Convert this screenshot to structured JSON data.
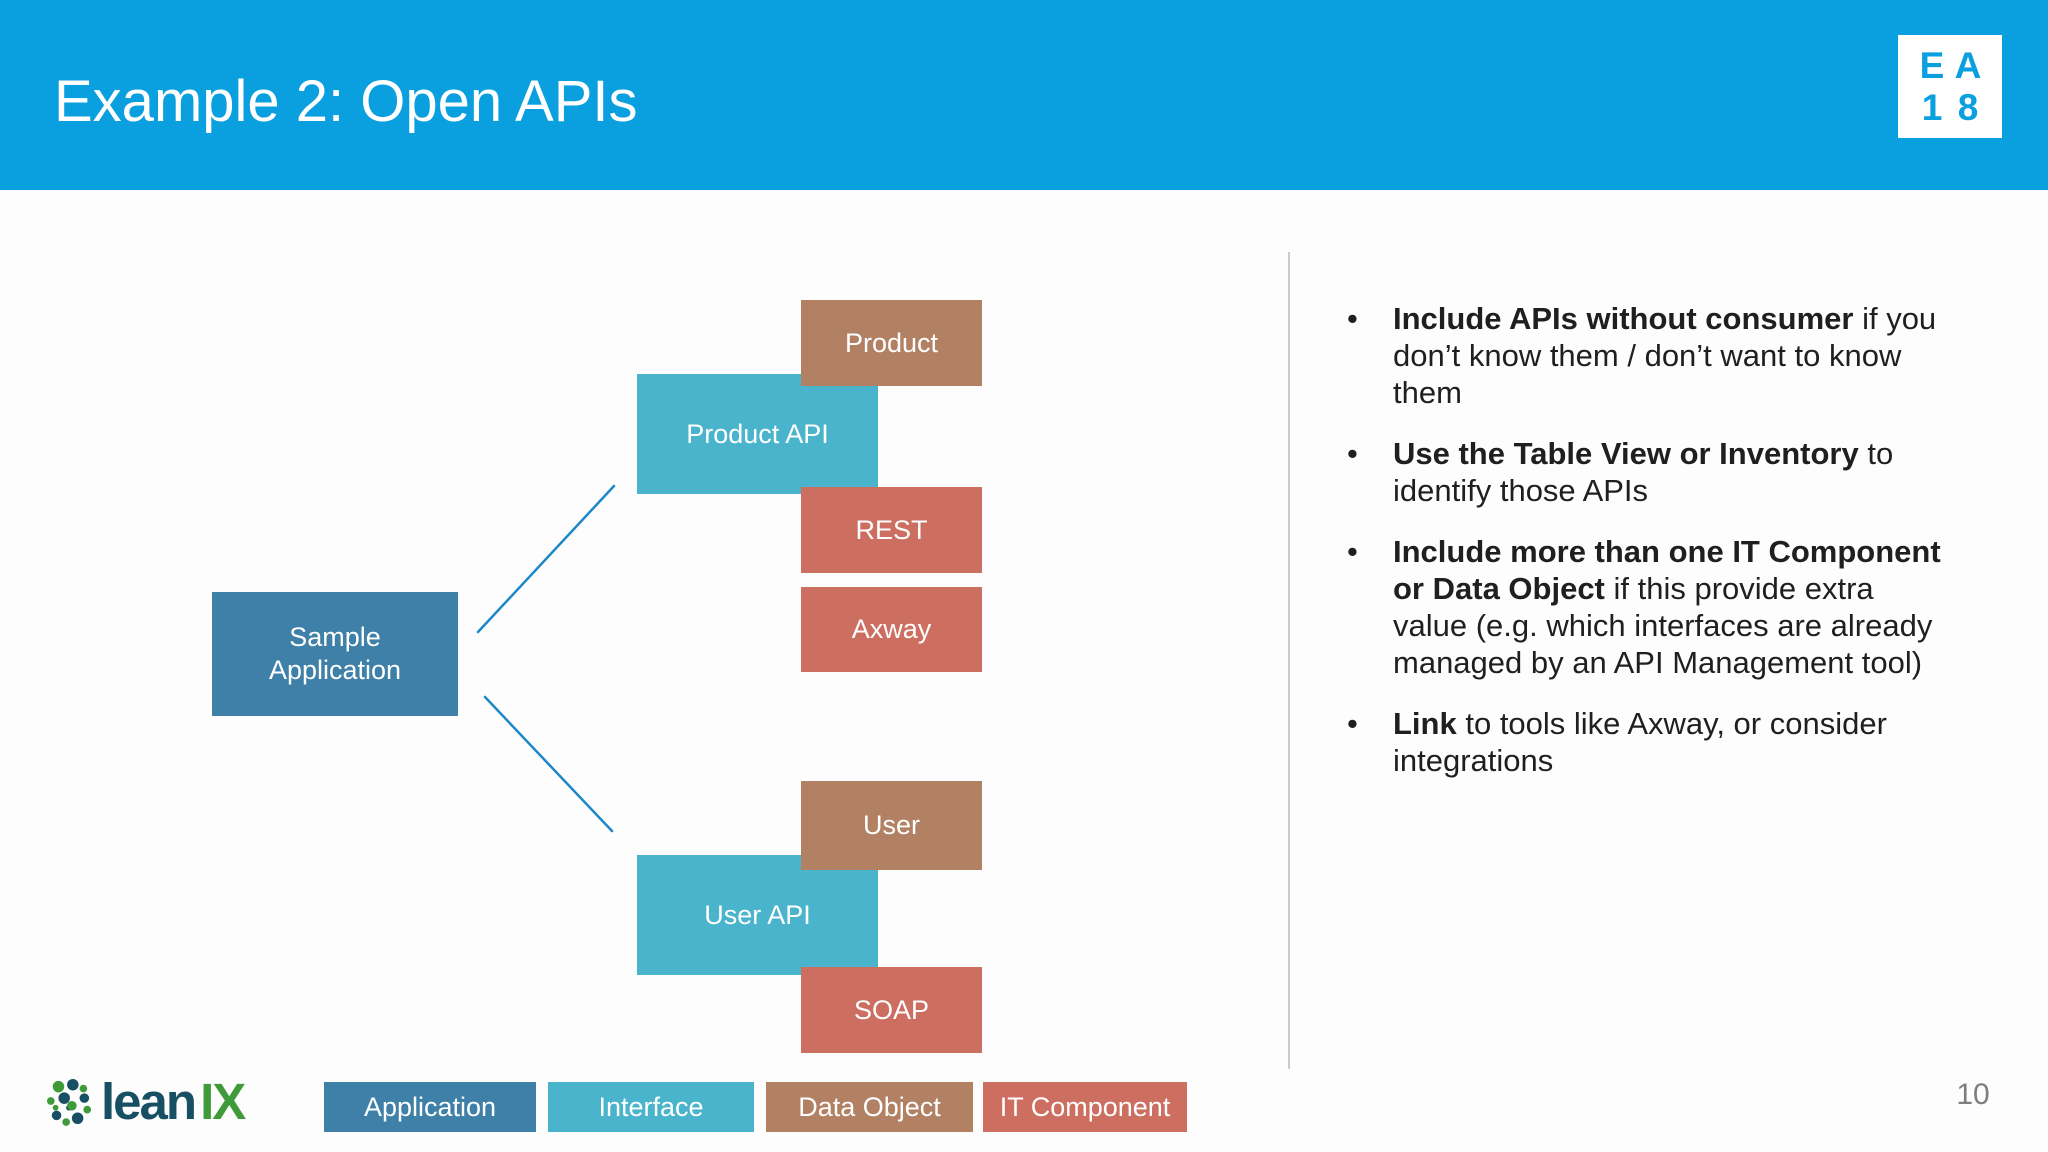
{
  "slide": {
    "title": "Example 2: Open APIs",
    "page_number": "10"
  },
  "badge": {
    "letters": [
      "E",
      "A",
      "1",
      "8"
    ]
  },
  "logo": {
    "word_lean": "lean",
    "word_ix": "IX"
  },
  "diagram": {
    "nodes": {
      "sample_application": "Sample Application",
      "product_api": "Product API",
      "user_api": "User API",
      "product": "Product",
      "user": "User",
      "rest": "REST",
      "axway": "Axway",
      "soap": "SOAP"
    }
  },
  "bullets": [
    {
      "bold": "Include APIs without consumer",
      "rest": " if you don’t know them / don’t want to know them"
    },
    {
      "bold": "Use the Table View or Inventory",
      "rest": " to identify those APIs"
    },
    {
      "bold": "Include more than one IT Component or Data Object",
      "rest": " if this provide extra value (e.g. which interfaces are already managed by an API Management tool)"
    },
    {
      "bold": "Link",
      "rest": " to tools like Axway, or consider integrations"
    }
  ],
  "legend": [
    {
      "label": "Application"
    },
    {
      "label": "Interface"
    },
    {
      "label": "Data Object"
    },
    {
      "label": "IT Component"
    }
  ],
  "ui": {
    "bullet_marker": "•"
  },
  "colors": {
    "header_blue": "#0a9fdf",
    "application_blue": "#3e80a8",
    "interface_teal": "#49b4cc",
    "data_object_brown": "#b28164",
    "it_component_salmon": "#cc6e60",
    "connector_blue": "#1e87c8",
    "divider_gray": "#cbcbcb",
    "text_dark": "#1f1f1f",
    "page_gray": "#7d7d7d",
    "logo_navy": "#174f63",
    "logo_green": "#3f9b3a"
  }
}
